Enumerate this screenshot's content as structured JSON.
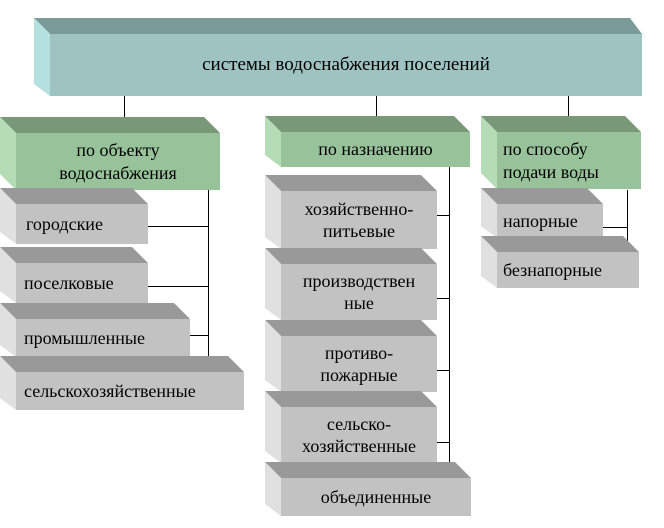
{
  "root": {
    "label": "системы водоснабжения поселений"
  },
  "groups": [
    {
      "label": "по объекту\nводоснабжения",
      "label_lines": [
        "по объекту",
        "водоснабжения"
      ],
      "items": [
        "городские",
        "поселковые",
        "промышленные",
        "сельскохозяйственные"
      ]
    },
    {
      "label": "по назначению",
      "label_lines": [
        "по назначению"
      ],
      "items": [
        [
          "хозяйственно-",
          "питьевые"
        ],
        [
          "производствен",
          "ные"
        ],
        [
          "противо-",
          "пожарные"
        ],
        [
          "сельско-",
          "хозяйственные"
        ],
        [
          "объединенные"
        ]
      ]
    },
    {
      "label": "по способу\nподачи воды",
      "label_lines": [
        "по способу",
        "подачи воды"
      ],
      "items": [
        "напорные",
        "безнапорные"
      ]
    }
  ],
  "colors": {
    "root_face": "#9fc3c1",
    "root_top": "#7a9b98",
    "root_side": "#b4e0df",
    "group_face": "#98c39a",
    "group_top": "#789878",
    "group_side": "#b5ddb5",
    "item_face": "#c2c2c2",
    "item_top": "#999999",
    "item_side": "#e0e0e0"
  }
}
